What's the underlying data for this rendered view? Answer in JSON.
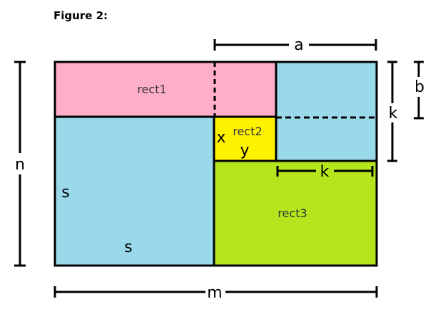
{
  "title": "Figure 2:",
  "rects": {
    "rect1": "rect1",
    "rect2": "rect2",
    "rect3": "rect3"
  },
  "vars": {
    "a": "a",
    "b": "b",
    "k_right": "k",
    "k_inner": "k",
    "n": "n",
    "m": "m",
    "s_left": "s",
    "s_bottom": "s",
    "x": "x",
    "y": "y"
  },
  "colors": {
    "pink": "#FFAEC9",
    "blue": "#99D9EA",
    "yellow": "#FFF200",
    "green": "#B5E61D"
  }
}
